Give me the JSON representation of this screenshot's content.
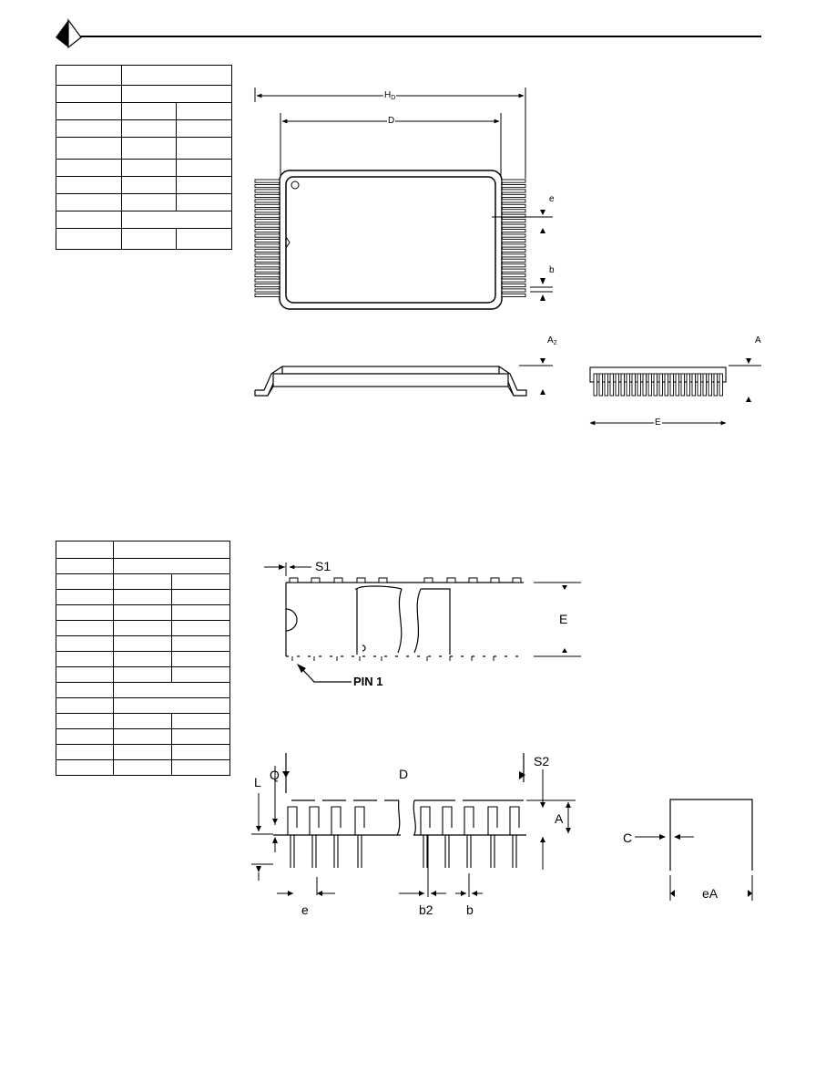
{
  "labels": {
    "tsop_hd": "H",
    "tsop_hd_sub": "D",
    "tsop_d": "D",
    "tsop_e_pitch": "e",
    "tsop_b": "b",
    "tsop_a2": "A",
    "tsop_a2_sub": "2",
    "tsop_a": "A",
    "tsop_e_width": "E",
    "dip_s1": "S1",
    "dip_e": "E",
    "dip_pin1": "PIN 1",
    "dip_q": "Q",
    "dip_d": "D",
    "dip_s2": "S2",
    "dip_l": "L",
    "dip_a": "A",
    "dip_c": "C",
    "dip_e_pitch": "e",
    "dip_b2": "b2",
    "dip_b": "b",
    "dip_ea": "eA"
  }
}
